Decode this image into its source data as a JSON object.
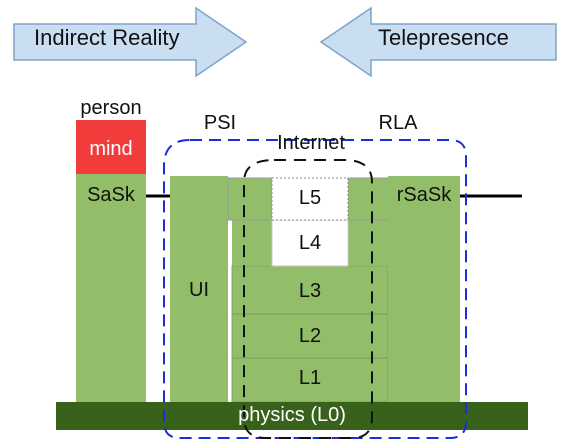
{
  "header": {
    "left_arrow_label": "Indirect Reality",
    "right_arrow_label": "Telepresence"
  },
  "labels": {
    "person": "person",
    "mind": "mind",
    "sask": "SaSk",
    "psi": "PSI",
    "internet": "Internet",
    "rla": "RLA",
    "rsask": "rSaSk",
    "ui": "UI",
    "l5": "L5",
    "l4": "L4",
    "l3": "L3",
    "l2": "L2",
    "l1": "L1",
    "physics": "physics (L0)"
  },
  "colors": {
    "block_green": "#92bd69",
    "dark_green": "#38621b",
    "mind_red": "#f23c3c",
    "arrow_fill": "#c9def1",
    "arrow_stroke": "#7fa3c7",
    "psi_boundary": "#1a2fd6",
    "internet_boundary": "#111111"
  }
}
